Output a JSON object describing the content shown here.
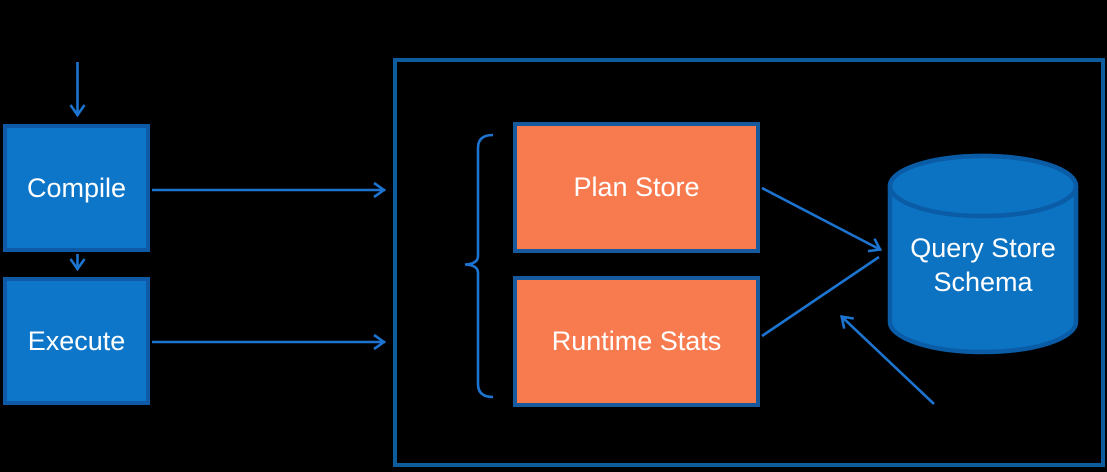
{
  "diagram": {
    "title": "Query Store architecture diagram",
    "background": "#000000",
    "nodes": {
      "compile": {
        "label": "Compile",
        "shape": "rect",
        "fill": "#0d76c9",
        "border": "#0f5aa6",
        "text_color": "#ffffff"
      },
      "execute": {
        "label": "Execute",
        "shape": "rect",
        "fill": "#0d76c9",
        "border": "#0f5aa6",
        "text_color": "#ffffff"
      },
      "plan_store": {
        "label": "Plan Store",
        "shape": "rect",
        "fill": "#f87b50",
        "border": "#16599d",
        "text_color": "#ffffff"
      },
      "runtime_stats": {
        "label": "Runtime Stats",
        "shape": "rect",
        "fill": "#f87b50",
        "border": "#16599d",
        "text_color": "#ffffff"
      },
      "query_store_schema": {
        "label": "Query Store Schema",
        "shape": "cylinder",
        "fill": "#0c72c2",
        "border": "#0a5ca6",
        "text_color": "#ffffff"
      }
    },
    "container": {
      "name": "query-store-container",
      "border": "#0d5c9e",
      "contains": [
        "plan_store",
        "runtime_stats",
        "query_store_schema"
      ]
    },
    "bracket": {
      "type": "left-curly-brace",
      "spans": [
        "plan_store",
        "runtime_stats"
      ],
      "color": "#1c74d0"
    },
    "edges": [
      {
        "from": "external-top",
        "to": "compile",
        "style": "arrow-down"
      },
      {
        "from": "compile",
        "to": "execute",
        "style": "arrow-down"
      },
      {
        "from": "compile",
        "to": "query-store-container",
        "style": "arrow-right"
      },
      {
        "from": "execute",
        "to": "query-store-container",
        "style": "arrow-right"
      },
      {
        "from": "plan_store",
        "to": "query_store_schema",
        "style": "arrow-diagonal"
      },
      {
        "from": "runtime_stats",
        "to": "query_store_schema",
        "style": "arrow-diagonal"
      },
      {
        "from": "external-bottom-right",
        "to": "query_store_schema",
        "style": "arrow-diagonal-up"
      }
    ],
    "arrow_color": "#1c74d0"
  }
}
